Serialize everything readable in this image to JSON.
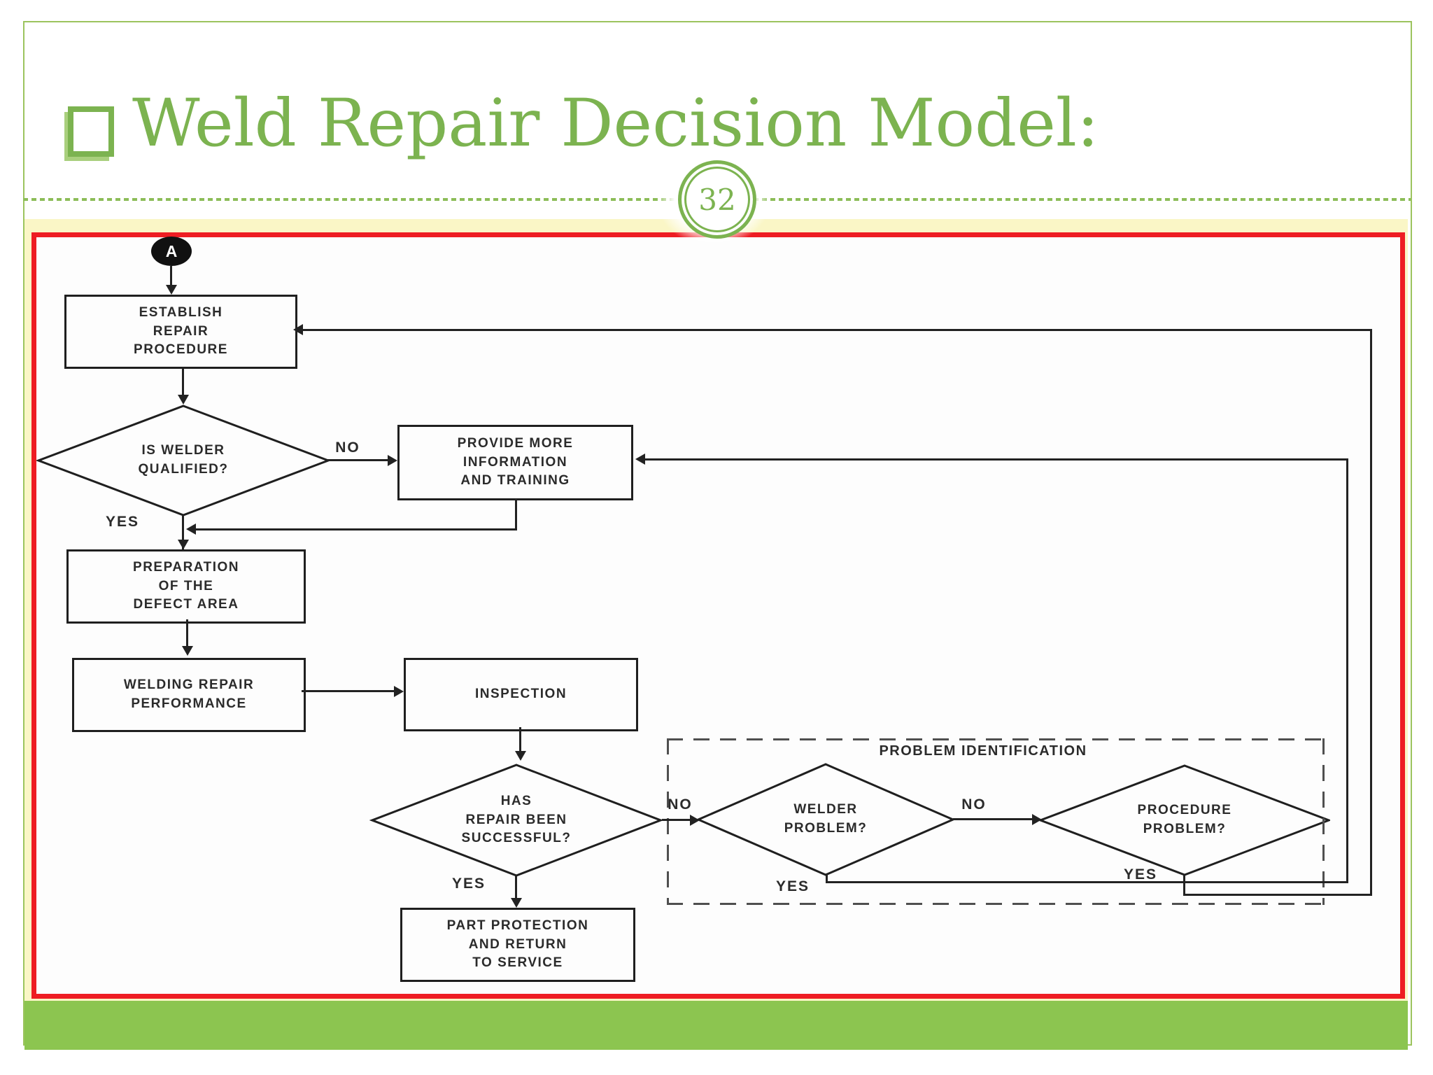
{
  "slide": {
    "title": "Weld Repair Decision Model:",
    "page_number": "32"
  },
  "flowchart": {
    "start_connector": "A",
    "problem_identification_label": "PROBLEM IDENTIFICATION",
    "nodes": {
      "establish": "ESTABLISH\nREPAIR\nPROCEDURE",
      "provide": "PROVIDE MORE\nINFORMATION\nAND TRAINING",
      "preparation": "PREPARATION\nOF THE\nDEFECT AREA",
      "welding": "WELDING REPAIR\nPERFORMANCE",
      "inspection": "INSPECTION",
      "part_protection": "PART PROTECTION\nAND RETURN\nTO SERVICE",
      "is_welder_qualified": "IS WELDER\nQUALIFIED?",
      "has_repair_been_successful": "HAS\nREPAIR BEEN\nSUCCESSFUL?",
      "welder_problem": "WELDER\nPROBLEM?",
      "procedure_problem": "PROCEDURE\nPROBLEM?"
    },
    "edge_labels": {
      "yes": "YES",
      "no": "NO"
    }
  },
  "colors": {
    "title_green": "#7cb350",
    "frame_green": "#9cc45e",
    "band_green": "#8cc550",
    "accent_red": "#ee1d23",
    "frame_yellow": "#faf6c6"
  }
}
